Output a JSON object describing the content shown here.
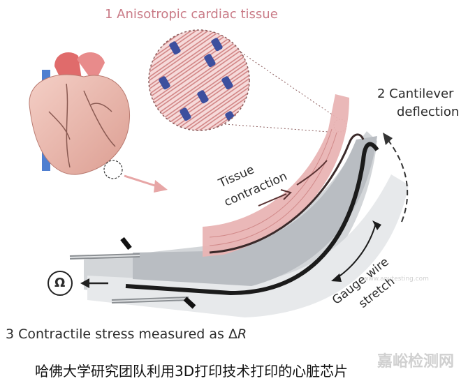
{
  "labels": {
    "label1": "1 Anisotropic cardiac tissue",
    "label2_line1": "2 Cantilever",
    "label2_line2": "deflection",
    "label3_prefix": "3 Contractile stress measured as Δ",
    "label3_var": "R",
    "tissue_line1": "Tissue",
    "tissue_line2": "contraction",
    "gauge_line1": "Gauge wire",
    "gauge_line2": "stretch",
    "ohm_symbol": "Ω",
    "caption": "哈佛大学研究团队利用3D打印技术打印的心脏芯片",
    "watermark": "嘉峪检测网",
    "watermark_url": "www.anytesting.com"
  },
  "colors": {
    "tissue_pink": "#e9b4b4",
    "label_pink": "#c97a86",
    "fiber_blue": "#3d4f9e",
    "gauge_black": "#1b1b1b",
    "cantilever_gray": "#c4c8cc"
  }
}
